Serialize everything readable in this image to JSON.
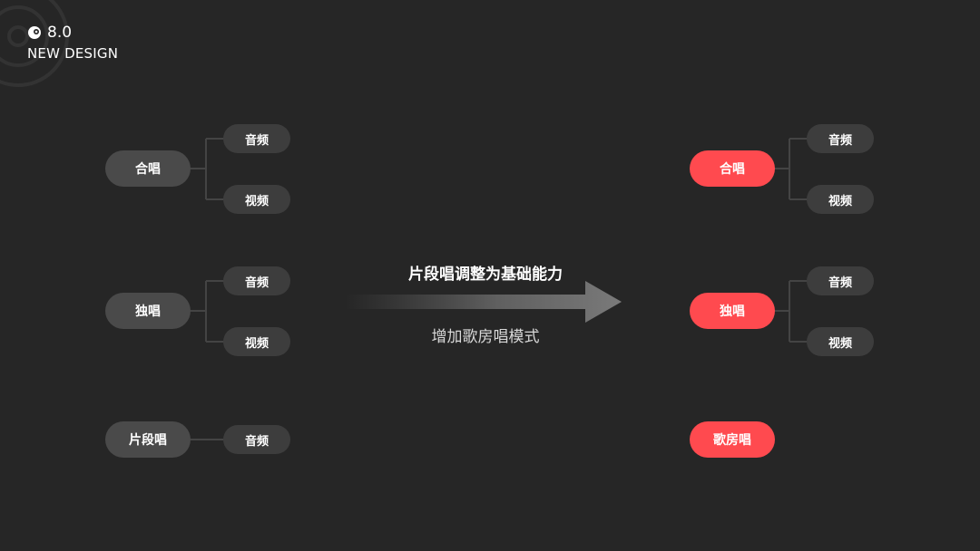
{
  "brand": {
    "logo_icon": "brand-logo-icon",
    "version": "8.0",
    "title": "NEW DESIGN"
  },
  "colors": {
    "background": "#262626",
    "node_dark": "#4a4a4a",
    "leaf_dark": "#3d3d3d",
    "accent_red": "#ff4a4f",
    "line": "#444444"
  },
  "before": {
    "groups": [
      {
        "label": "合唱",
        "children": [
          "音频",
          "视频"
        ]
      },
      {
        "label": "独唱",
        "children": [
          "音频",
          "视频"
        ]
      },
      {
        "label": "片段唱",
        "children": [
          "音频"
        ]
      }
    ]
  },
  "arrow": {
    "title": "片段唱调整为基础能力",
    "subtitle": "增加歌房唱模式"
  },
  "after": {
    "groups": [
      {
        "label": "合唱",
        "children": [
          "音频",
          "视频"
        ]
      },
      {
        "label": "独唱",
        "children": [
          "音频",
          "视频"
        ]
      },
      {
        "label": "歌房唱",
        "children": []
      }
    ]
  }
}
